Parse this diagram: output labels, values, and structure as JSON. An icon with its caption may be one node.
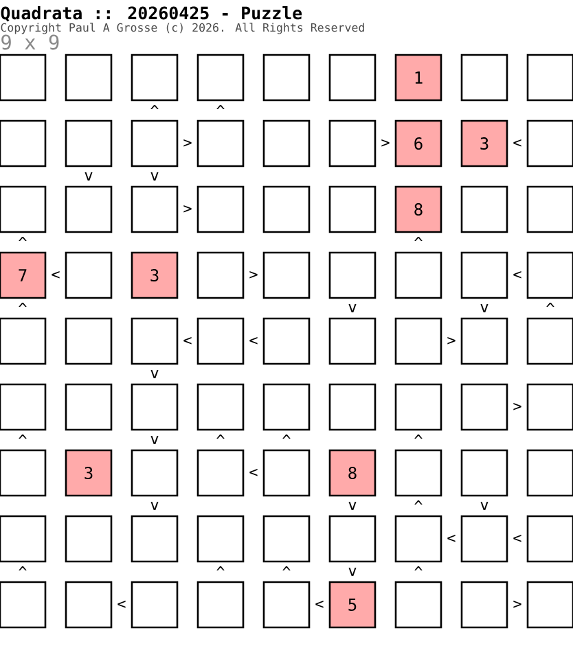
{
  "diagram": {
    "title": "Quadrata :: 20260425 - Puzzle",
    "nodes": [
      {
        "text": [],
        "shape": "box"
      },
      {
        "text": [],
        "shape": "box"
      },
      {
        "text": [],
        "shape": "box"
      },
      {
        "text": [],
        "shape": "box"
      },
      {
        "text": [],
        "shape": "box"
      },
      {
        "text": [],
        "shape": "box"
      },
      {
        "text": [
          "1"
        ]
      },
      {
        "text": [],
        "shape": "box"
      },
      {
        "text": [],
        "shape": "box"
      },
      {
        "text": [],
        "shape": "box"
      },
      {
        "text": [],
        "shape": "box"
      },
      {
        "text": [],
        "shape": "box"
      },
      {
        "text": [],
        "shape": "box"
      },
      {
        "text": [],
        "shape": "box"
      },
      {
        "text": [],
        "shape": "box"
      },
      {
        "text": [
          "6"
        ]
      },
      {
        "text": [
          "3"
        ]
      },
      {
        "text": [],
        "shape": "box"
      },
      {
        "text": [],
        "shape": "box"
      },
      {
        "text": [],
        "shape": "box"
      },
      {
        "text": [],
        "shape": "box"
      },
      {
        "text": [],
        "shape": "box"
      },
      {
        "text": [],
        "shape": "box"
      },
      {
        "text": [],
        "shape": "box"
      },
      {
        "text": [
          "8"
        ]
      },
      {
        "text": [],
        "shape": "box"
      },
      {
        "text": [],
        "shape": "box"
      },
      {
        "text": [
          "7"
        ]
      },
      {
        "text": [],
        "shape": "box"
      },
      {
        "text": [
          "3"
        ]
      },
      {
        "text": [],
        "shape": "box"
      },
      {
        "text": [],
        "shape": "box"
      },
      {
        "text": [],
        "shape": "box"
      },
      {
        "text": [],
        "shape": "box"
      },
      {
        "text": [],
        "shape": "box"
      },
      {
        "text": [],
        "shape": "box"
      },
      {
        "text": [],
        "shape": "box"
      },
      {
        "text": [],
        "shape": "box"
      },
      {
        "text": [],
        "shape": "box"
      },
      {
        "text": [],
        "shape": "box"
      },
      {
        "text": [],
        "shape": "box"
      },
      {
        "text": [],
        "shape": "box"
      },
      {
        "text": [],
        "shape": "box"
      },
      {
        "text": [],
        "shape": "box"
      },
      {
        "text": [],
        "shape": "box"
      },
      {
        "text": [],
        "shape": "box"
      },
      {
        "text": [],
        "shape": "box"
      },
      {
        "text": [],
        "shape": "box"
      },
      {
        "text": [],
        "shape": "box"
      },
      {
        "text": [],
        "shape": "box"
      },
      {
        "text": [],
        "shape": "box"
      },
      {
        "text": [],
        "shape": "box"
      },
      {
        "text": [],
        "shape": "box"
      },
      {
        "text": [],
        "shape": "box"
      },
      {
        "text": [],
        "shape": "box"
      },
      {
        "text": [
          "3"
        ]
      },
      {
        "text": [],
        "shape": "box"
      },
      {
        "text": [],
        "shape": "box"
      },
      {
        "text": [],
        "shape": "box"
      },
      {
        "text": [
          "8"
        ]
      },
      {
        "text": [],
        "shape": "box"
      },
      {
        "text": [],
        "shape": "box"
      },
      {
        "text": [],
        "shape": "box"
      },
      {
        "text": [],
        "shape": "box"
      },
      {
        "text": [],
        "shape": "box"
      },
      {
        "text": [],
        "shape": "box"
      },
      {
        "text": [],
        "shape": "box"
      },
      {
        "text": [],
        "shape": "box"
      },
      {
        "text": [],
        "shape": "box"
      },
      {
        "text": [],
        "shape": "box"
      },
      {
        "text": [],
        "shape": "box"
      },
      {
        "text": [],
        "shape": "box"
      },
      {
        "text": [],
        "shape": "box"
      },
      {
        "text": [],
        "shape": "box"
      },
      {
        "text": [],
        "shape": "box"
      },
      {
        "text": [],
        "shape": "box"
      },
      {
        "text": [],
        "shape": "box"
      },
      {
        "text": [
          "5"
        ]
      },
      {
        "text": [],
        "shape": "box"
      },
      {
        "text": [],
        "shape": "box"
      },
      {
        "text": [],
        "shape": "box"
      }
    ],
    "labels": [
      "Copyright Paul A Grosse (c) 2026. All Rights Reserved",
      "9 x 9",
      "^",
      "^",
      ">",
      ">",
      "<",
      "v",
      "v",
      ">",
      "^",
      "^",
      "<",
      ">",
      "<",
      "^",
      "v",
      "v",
      "^",
      "<",
      "<",
      ">",
      "v",
      ">",
      "^",
      "v",
      "^",
      "^",
      "^",
      "<",
      "v",
      "v",
      "^",
      "v",
      "<",
      "<",
      "^",
      "^",
      "^",
      "v",
      "^",
      "<",
      "<",
      ">"
    ]
  }
}
